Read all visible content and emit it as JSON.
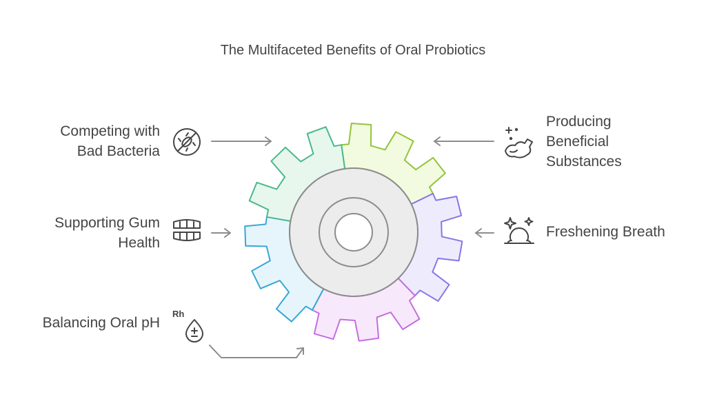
{
  "title": "The Multifaceted Benefits of Oral Probiotics",
  "benefits": [
    {
      "label": "Competing with\nBad Bacteria",
      "icon": "no-bacteria-icon",
      "color": "#4ab98a",
      "fill": "#e7f7ee"
    },
    {
      "label": "Supporting Gum\nHealth",
      "icon": "teeth-icon",
      "color": "#36a8d4",
      "fill": "#e6f5fb"
    },
    {
      "label": "Balancing Oral pH",
      "icon": "ph-drop-icon",
      "color": "#c46ee0",
      "fill": "#f8e8fb"
    },
    {
      "label": "Producing\nBeneficial\nSubstances",
      "icon": "sparkle-spray-icon",
      "color": "#93c33c",
      "fill": "#f2fbe0"
    },
    {
      "label": "Freshening Breath",
      "icon": "sparkle-breath-icon",
      "color": "#8577e6",
      "fill": "#eeecfc"
    }
  ],
  "colors": {
    "hub_fill": "#ececec",
    "hub_stroke": "#8c8c8c",
    "arrow": "#8c8c8c",
    "icon": "#444444"
  }
}
